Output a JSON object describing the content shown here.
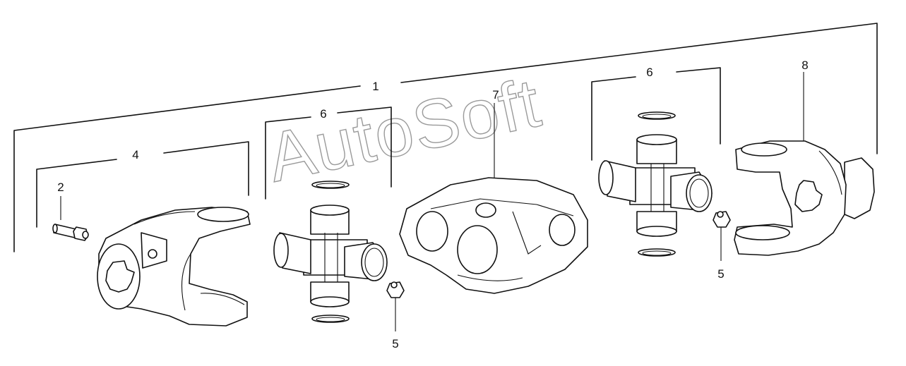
{
  "diagram": {
    "watermark": "AutoSoft",
    "callouts": {
      "assembly": "1",
      "bolt": "2",
      "yoke_left": "4",
      "grease_left": "5",
      "grease_right": "5",
      "cross_left": "6",
      "cross_right": "6",
      "center_yoke": "7",
      "yoke_right": "8"
    }
  }
}
